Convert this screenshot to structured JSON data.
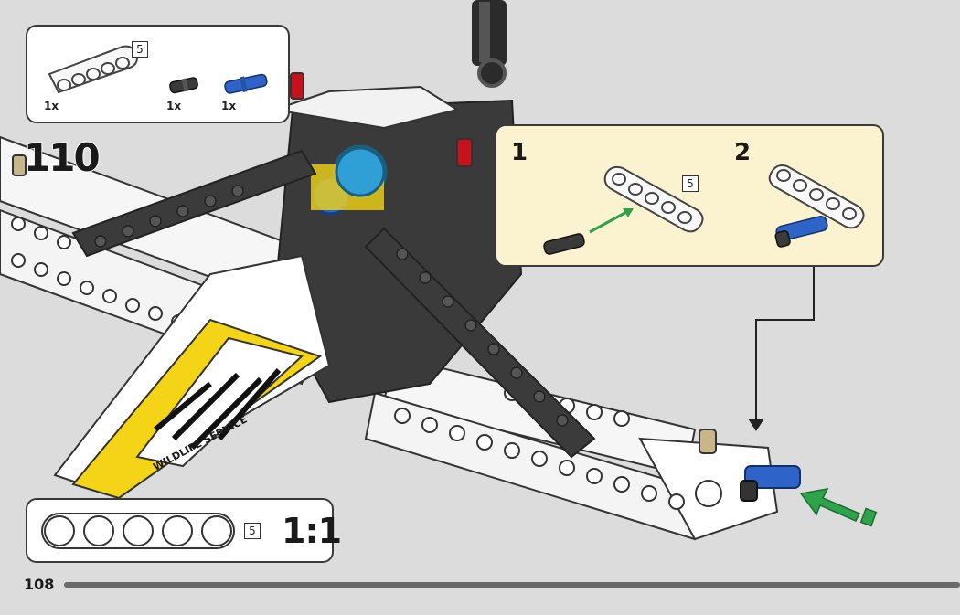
{
  "page": {
    "step_number": "110",
    "page_number": "108",
    "progress_fraction": 1.0
  },
  "parts_list": {
    "items": [
      {
        "name": "white-beam-5-icon",
        "quantity": "1x",
        "length_tag": "5"
      },
      {
        "name": "black-pin-icon",
        "quantity": "1x"
      },
      {
        "name": "blue-axle-pin-icon",
        "quantity": "1x"
      }
    ]
  },
  "sub_steps": [
    {
      "number": "1",
      "length_tag": "5"
    },
    {
      "number": "2"
    }
  ],
  "scale_callout": {
    "length_tag": "5",
    "scale_label": "1:1"
  },
  "model_decals": {
    "text": "WILDLIFE SERVICE"
  },
  "colors": {
    "background": "#dcdcdc",
    "substep_panel": "#fbf2cf",
    "arrow_green": "#2fa34a",
    "technic_blue": "#2e63c7",
    "technic_yellow": "#f3d416",
    "technic_azure": "#2f9fd6",
    "technic_red": "#c8121b"
  }
}
